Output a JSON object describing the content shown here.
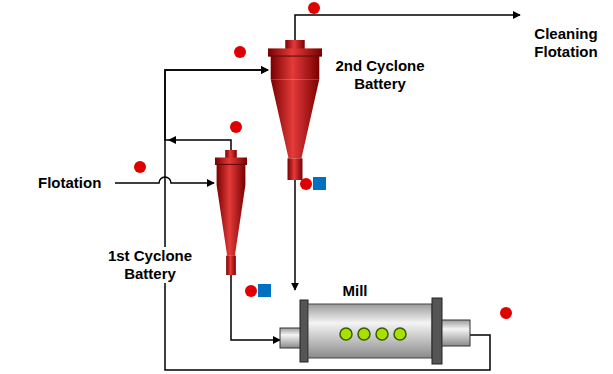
{
  "diagram": {
    "nodes": [
      {
        "text": [
          "2nd Cyclone Battery"
        ]
      },
      {
        "text": [
          "1st Cyclone Battery"
        ]
      },
      {
        "text": [
          "Mill"
        ]
      }
    ],
    "edges": [
      {
        "from": 1,
        "to": 2,
        "arrow": "to"
      },
      {
        "from": 0,
        "to": 2,
        "arrow": "to"
      },
      {
        "from": 2,
        "to": 0,
        "arrow": "to"
      },
      {
        "from": 1,
        "to": 0,
        "arrow": "to"
      }
    ],
    "labels": [
      "Flotation",
      "Cleaning Flotation"
    ]
  }
}
